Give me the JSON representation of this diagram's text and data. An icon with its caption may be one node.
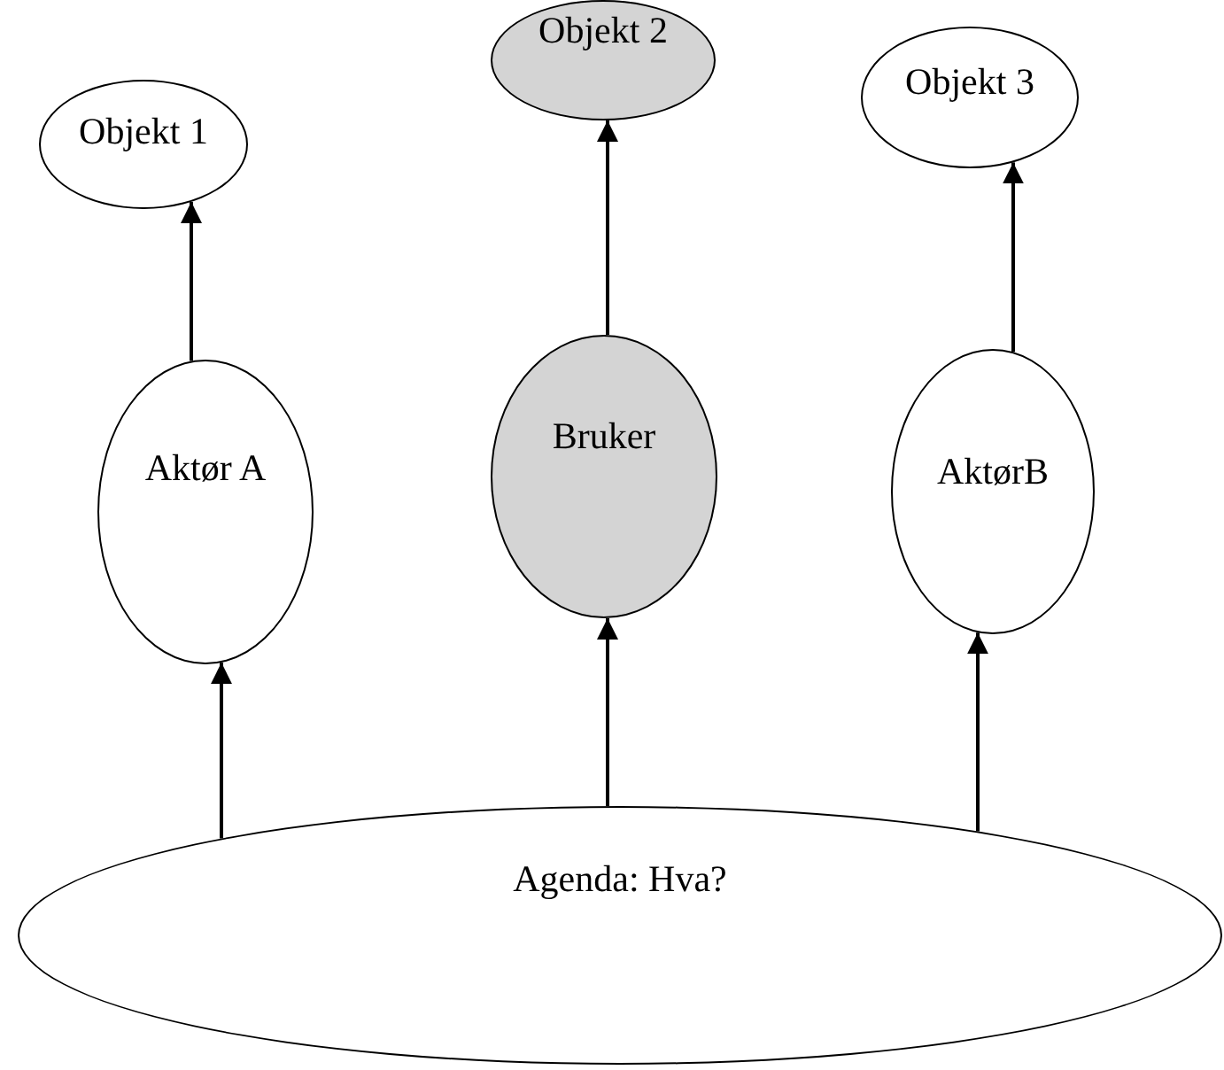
{
  "diagram": {
    "nodes": [
      {
        "text": [
          "Objekt 1"
        ]
      },
      {
        "text": [
          "Objekt 2"
        ]
      },
      {
        "text": [
          "Objekt 3"
        ]
      },
      {
        "text": [
          "Aktør A"
        ]
      },
      {
        "text": [
          "Bruker"
        ]
      },
      {
        "text": [
          "AktørB"
        ]
      },
      {
        "text": [
          "Agenda: Hva?"
        ]
      }
    ],
    "edges": [
      {
        "from": 3,
        "to": 0,
        "arrow": "to"
      },
      {
        "from": 4,
        "to": 1,
        "arrow": "to"
      },
      {
        "from": 5,
        "to": 2,
        "arrow": "to"
      },
      {
        "from": 6,
        "to": 3,
        "arrow": "to"
      },
      {
        "from": 6,
        "to": 4,
        "arrow": "to"
      },
      {
        "from": 6,
        "to": 5,
        "arrow": "to"
      }
    ]
  }
}
